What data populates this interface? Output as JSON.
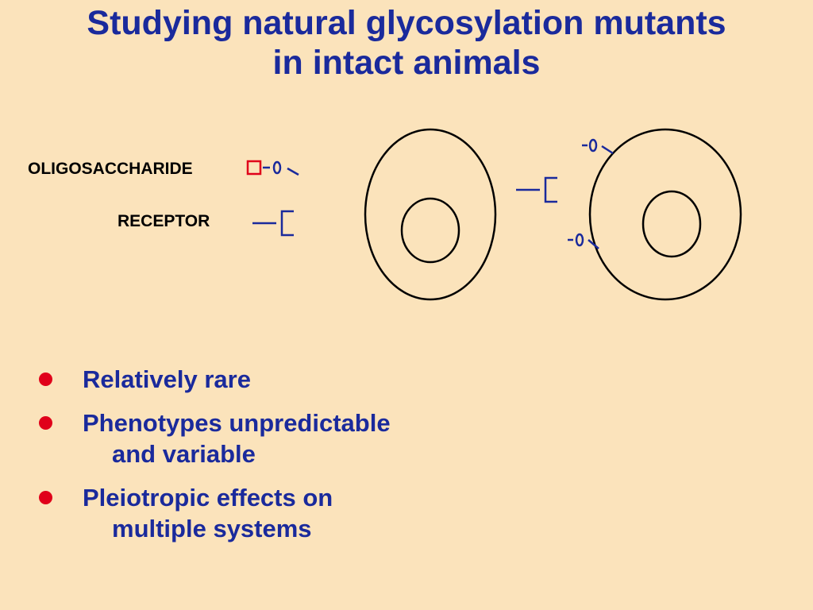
{
  "slide": {
    "title_line1": "Studying natural glycosylation mutants",
    "title_line2": "in intact animals"
  },
  "legend": {
    "oligosaccharide_label": "OLIGOSACCHARIDE",
    "receptor_label": "RECEPTOR"
  },
  "bullets": [
    {
      "line1": "Relatively rare",
      "line2": ""
    },
    {
      "line1": "Phenotypes unpredictable",
      "line2": "and variable"
    },
    {
      "line1": "Pleiotropic effects on",
      "line2": "multiple systems"
    }
  ],
  "colors": {
    "background": "#fbe3bb",
    "title": "#1a2a9c",
    "bullet_text": "#1a2a9c",
    "bullet_dot": "#e0001a",
    "oligo_square": "#e0001a",
    "glyph_blue": "#1a2a9c",
    "outline": "#000000"
  }
}
